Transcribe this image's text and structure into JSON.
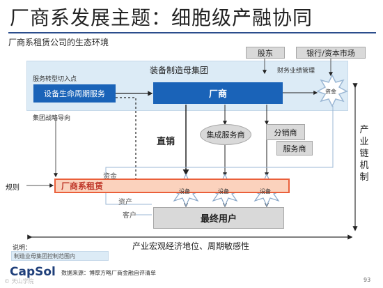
{
  "title": "厂商系发展主题：细胞级产融协同",
  "subtitle": "厂商系租赁公司的生态环境",
  "top_boxes": {
    "shareholders": "股东",
    "banks": "银行/资本市场"
  },
  "group": {
    "label": "装备制造母集团",
    "service_entry": "服务转型切入点",
    "lifecycle": "设备生命周期服务",
    "finance_mgmt": "财务业绩管理",
    "strategy": "集团战略导向",
    "manufacturer": "厂商",
    "capital": "资金"
  },
  "channels": {
    "direct": "直销",
    "integrator": "集成服务商",
    "distributor": "分销商",
    "service": "服务商"
  },
  "lease": {
    "label": "厂商系租赁",
    "rules": "规则",
    "funds": "资金",
    "assets": "资产",
    "customers": "客户"
  },
  "equipment_label": "设备",
  "end_user": "最终用户",
  "industry_chain": [
    "产",
    "业",
    "链",
    "机",
    "制"
  ],
  "bottom_axis": "产业宏观经济地位、周期敏感性",
  "note": {
    "label": "说明：",
    "text": "制造业母集团控制范围内"
  },
  "logo": "CapSol",
  "source": "数据来源：博厚方略厂商金融自评清单",
  "page_number": "93",
  "watermark": "© 天山学院",
  "colors": {
    "blue": "#1a63b8",
    "lease_border": "#ea5f3a",
    "title_rule": "#2b4d8c"
  }
}
